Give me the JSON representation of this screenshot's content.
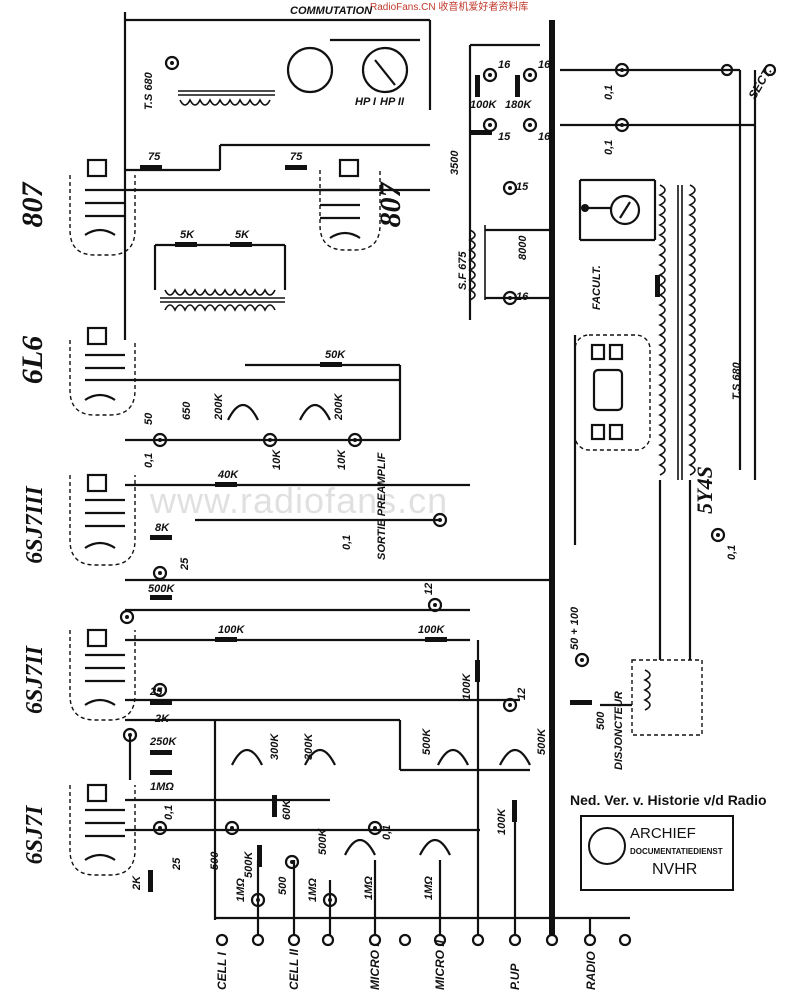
{
  "tubes": {
    "t807a": "807",
    "t807b": "807",
    "t6l6": "6L6",
    "t6sj7iii": "6SJ7III",
    "t6sj7ii": "6SJ7II",
    "t6sj7i": "6SJ7I",
    "t5y4s": "5Y4S"
  },
  "components": {
    "r75a": "75",
    "r75b": "75",
    "r5ka": "5K",
    "r5kb": "5K",
    "r50k_top": "50K",
    "r200k_a": "200K",
    "r200k_b": "200K",
    "c650": "650",
    "c50": "50",
    "c01_a": "0,1",
    "r10k_a": "10K",
    "r10k_b": "10K",
    "r40k": "40K",
    "r8k": "8K",
    "c25_a": "25",
    "r500k_a": "500K",
    "c01_b": "0,1",
    "c12_a": "12",
    "r100k_a": "100K",
    "r100k_b": "100K",
    "r100k_c": "100K",
    "c12_b": "12",
    "c50_100": "50 + 100",
    "r25": "25",
    "r2k_a": "2K",
    "r250k": "250K",
    "r1mo_a": "1MΩ",
    "r300k_a": "300K",
    "r300k_b": "300K",
    "r60k": "60K",
    "r500k_b": "500K",
    "r500k_c": "500K",
    "r500k_d": "500K",
    "r500k_e": "500K",
    "c500_a": "500",
    "c500_b": "500",
    "r1mo_b": "1MΩ",
    "r1mo_c": "1MΩ",
    "r1mo_d": "1MΩ",
    "c01_c": "0,1",
    "c01_d": "0,1",
    "r2k_b": "2K",
    "c25_b": "25",
    "r100k_d": "100K",
    "c500_c": "500",
    "c3500": "3500",
    "c16_a": "16",
    "c16_b": "16",
    "c16_c": "16",
    "c16_d": "16",
    "c15_a": "15",
    "c15_b": "15",
    "r100k_e": "100K",
    "r180k": "180K",
    "c8000": "8000",
    "c01_e": "0,1",
    "c01_f": "0,1",
    "c01_g": "0,1",
    "ts680": "T.S 680",
    "ts680b": "T.S 680",
    "sf675": "S.F 675",
    "hp1": "HP I",
    "hp2": "HP II",
    "comm": "COMMUTATION",
    "sortie": "SORTIE PREAMPLIF",
    "disj": "DISJONCTEUR",
    "fac": "FACULT."
  },
  "inputs": {
    "cell1": "CELL I",
    "cell2": "CELL II",
    "micro1": "MICRO I",
    "micro2": "MICRO II",
    "pup": "P.UP",
    "radio": "RADIO",
    "sect": "SECT."
  },
  "overlay": {
    "watermark": "www.radiofans.cn",
    "topmark": "RadioFans.CN 收音机爱好者资料库"
  },
  "credit": {
    "line": "Ned. Ver. v. Historie v/d Radio",
    "archief": "ARCHIEF",
    "dienst": "DOCUMENTATIEDIENST",
    "org": "NVHR"
  }
}
